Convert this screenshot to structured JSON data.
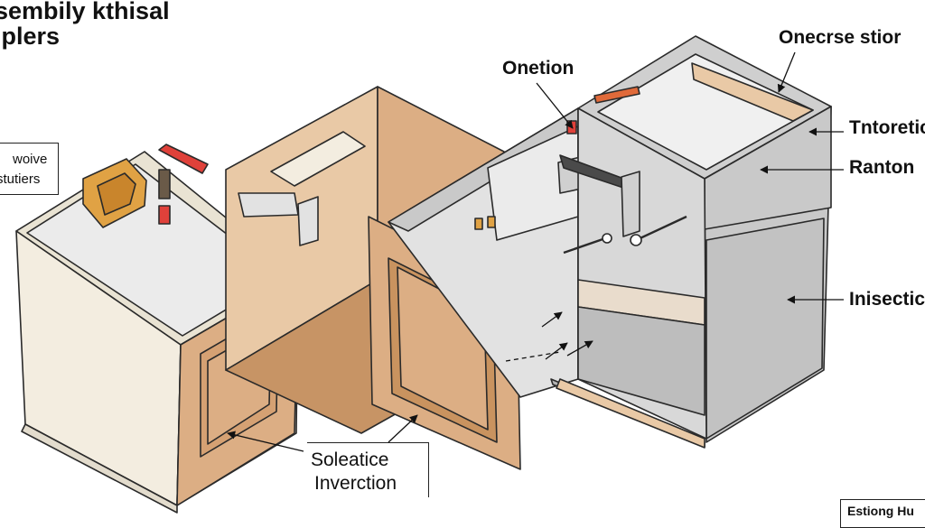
{
  "title": {
    "line1": "sembily kthisal",
    "line2": "iplers"
  },
  "labels": {
    "onecrse_stior": "Onecrse stior",
    "onetion": "Onetion",
    "tntoretic": "Tntoretic",
    "ranton": "Ranton",
    "inisection": "Inisectic",
    "woive": "woive",
    "stutiers": "stutiers",
    "soleatice": "Soleatice",
    "inverction": "Inverction",
    "estiong": "Estiong Hu"
  },
  "colors": {
    "wood": "#dcae84",
    "wood_light": "#e9c9a6",
    "wood_dark": "#c79465",
    "cream": "#f3ede0",
    "cream_dark": "#e3dccd",
    "grey": "#c9c9c9",
    "grey_light": "#e2e2e2",
    "grey_dark": "#b4b4b4",
    "bracket": "#e0a244",
    "red": "#e0413a",
    "outline": "#2a2a2a"
  }
}
